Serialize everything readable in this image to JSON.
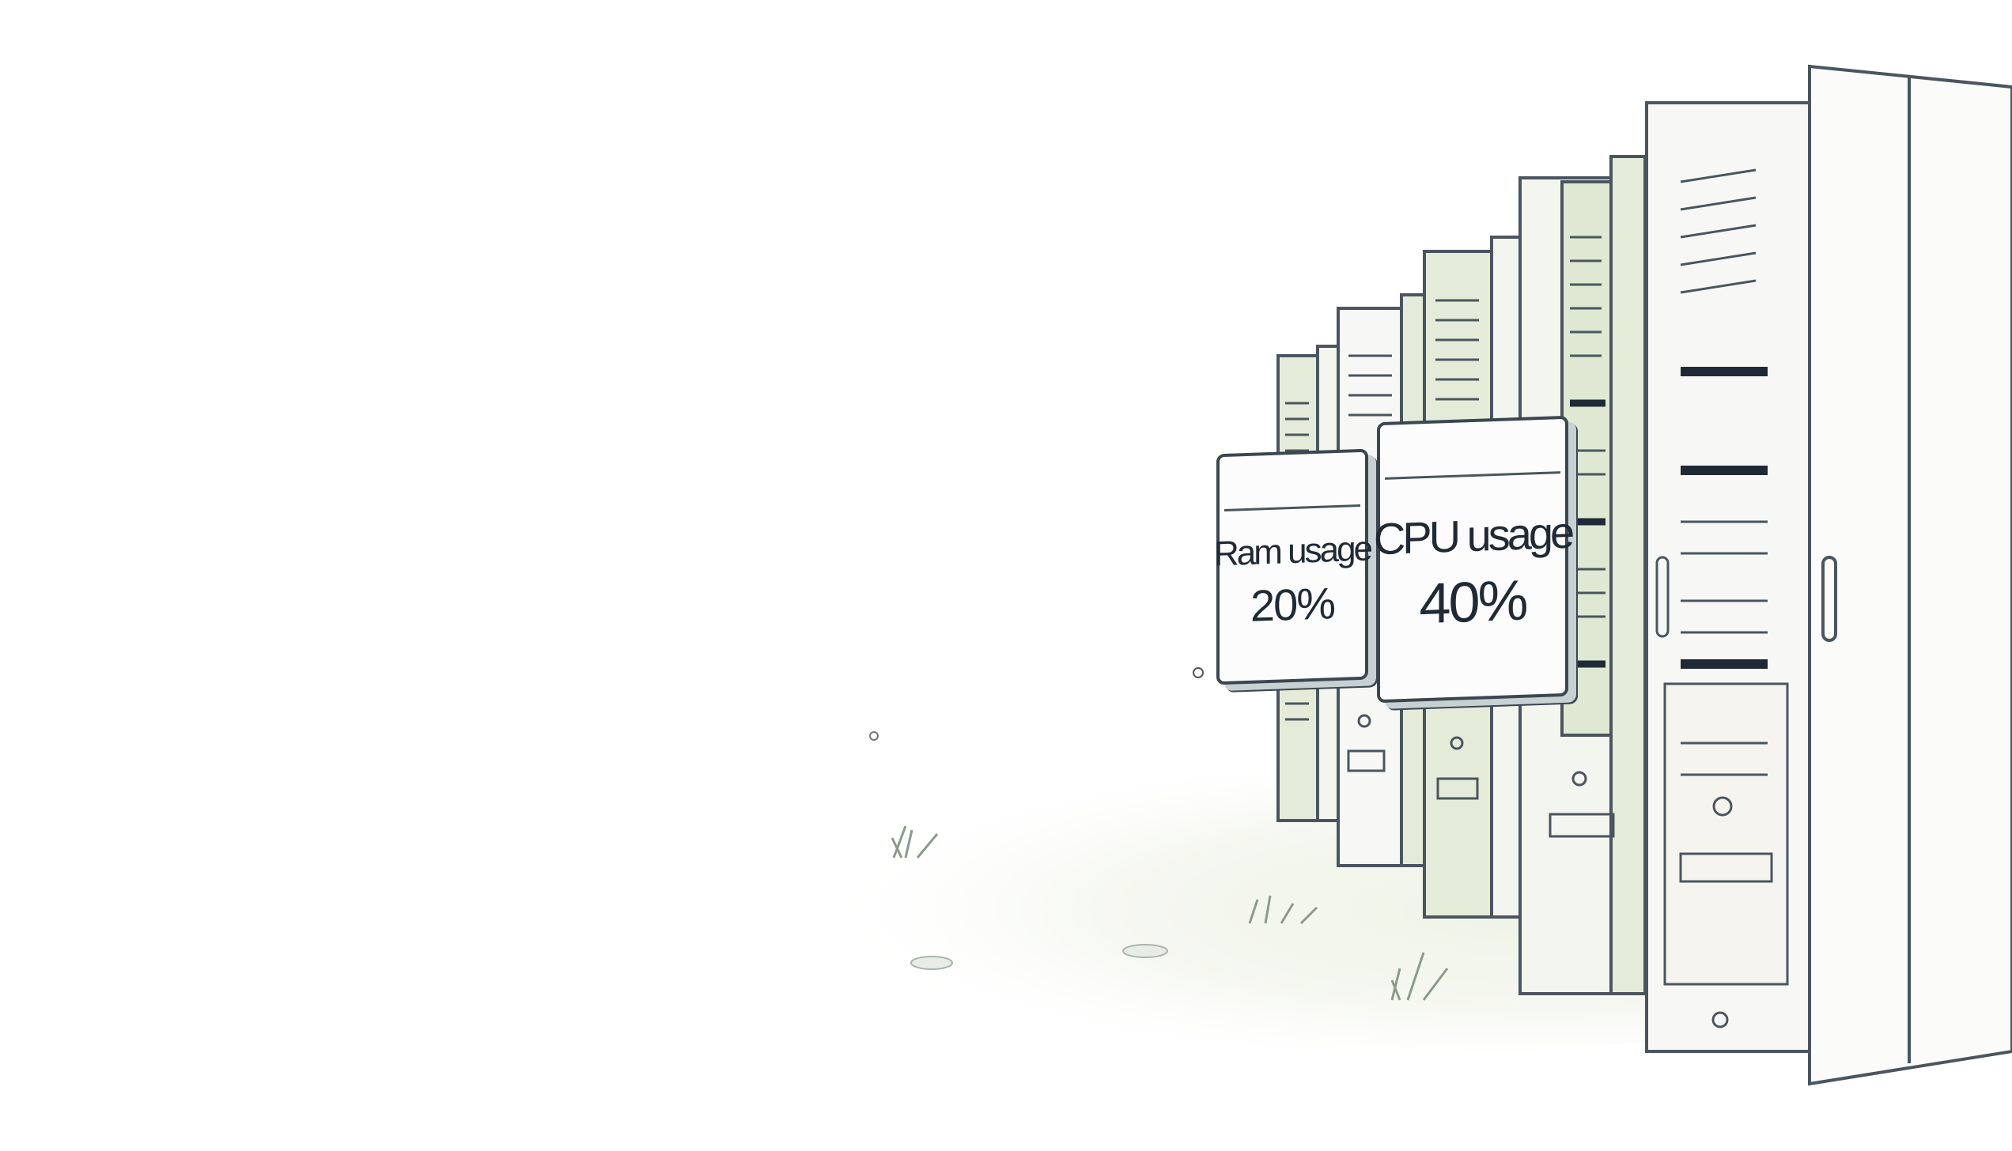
{
  "panels": {
    "ram": {
      "label": "Ram usage",
      "value": "20%"
    },
    "cpu": {
      "label": "CPU usage",
      "value": "40%"
    }
  },
  "colors": {
    "tower_green": "#e6eedb",
    "tower_white": "#f7f8f5",
    "outline": "#4a5560",
    "ink": "#1f2a36"
  }
}
